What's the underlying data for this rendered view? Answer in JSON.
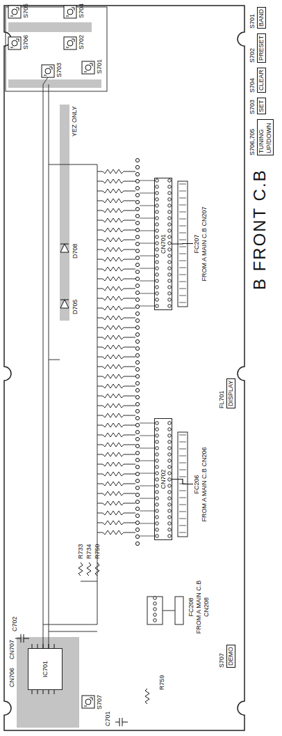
{
  "diagram": {
    "title": "B FRONT C.B",
    "nodes": [
      {
        "text": [
          "S701",
          "BAND"
        ]
      },
      {
        "text": [
          "S702",
          "PRESET"
        ]
      },
      {
        "text": [
          "S704",
          "CLEAR"
        ]
      },
      {
        "text": [
          "S703",
          "SET"
        ]
      },
      {
        "text": [
          "S706,705",
          "TUNING UP/DOWN"
        ]
      },
      {
        "text": [
          "FL701",
          "DISPLAY"
        ]
      },
      {
        "text": [
          "S707",
          "DEMO"
        ]
      },
      {
        "text": [
          "CN701"
        ]
      },
      {
        "text": [
          "CN702"
        ]
      },
      {
        "text": [
          "IC701"
        ]
      },
      {
        "text": [
          "FC207",
          "FROM A MAIN C.B CN207"
        ]
      },
      {
        "text": [
          "FC206",
          "FROM A MAIN C.B CN206"
        ]
      },
      {
        "text": [
          "FC208",
          "FROM A MAIN C.B CN208"
        ]
      }
    ],
    "edges": [
      {
        "from": 10,
        "to": 7,
        "arrow": "none"
      },
      {
        "from": 11,
        "to": 8,
        "arrow": "none"
      }
    ],
    "labels": [
      "S705",
      "S704",
      "S706",
      "S702",
      "S703",
      "S701",
      "YEZ ONLY",
      "D708",
      "D705",
      "R733",
      "R734",
      "R750",
      "CN707",
      "CN706",
      "C702",
      "S707",
      "C701",
      "R759"
    ]
  }
}
